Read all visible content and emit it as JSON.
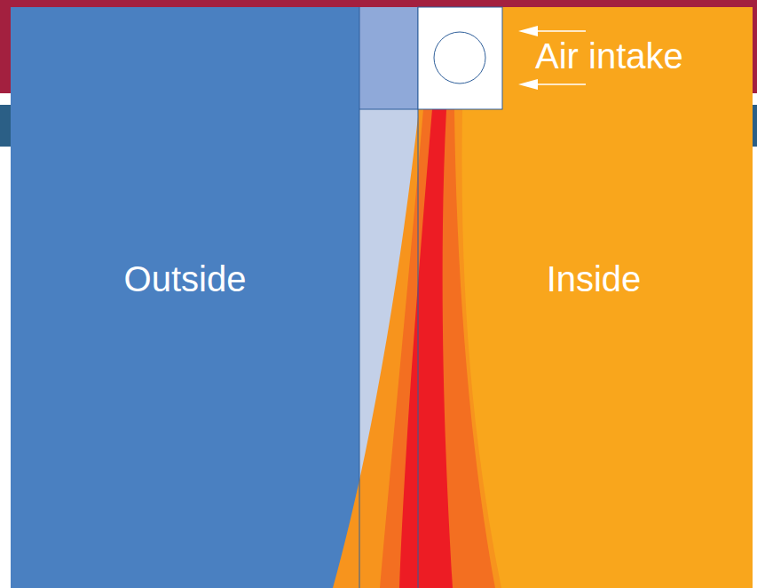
{
  "diagram": {
    "nodes": [
      {
        "text": [
          "Outside"
        ]
      },
      {
        "text": [
          "Inside"
        ]
      }
    ],
    "labels": [
      "Air intake"
    ]
  }
}
